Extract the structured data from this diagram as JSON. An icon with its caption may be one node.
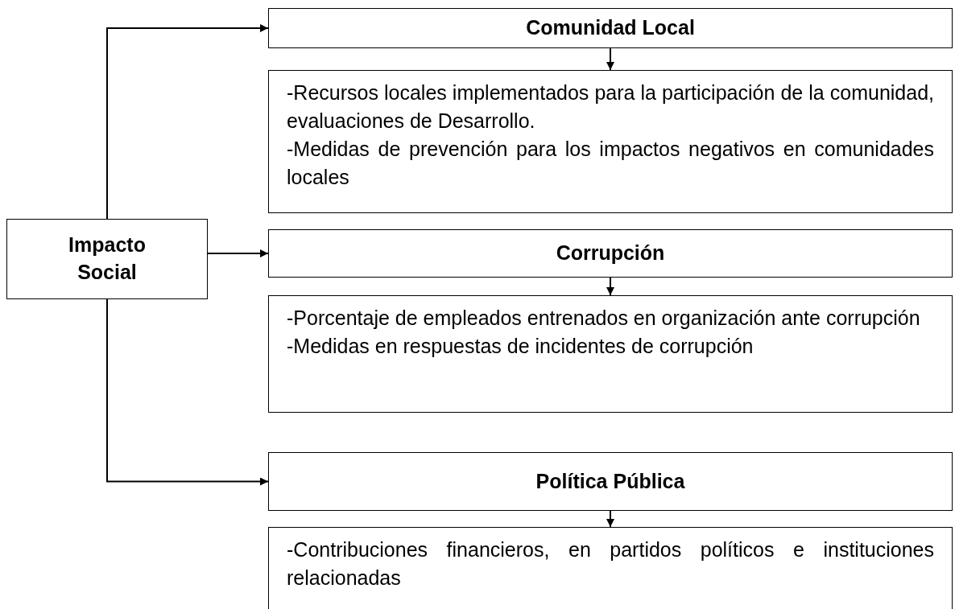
{
  "diagram": {
    "nodes": [
      {
        "text": [
          "Impacto Social"
        ]
      },
      {
        "text": [
          "Comunidad Local"
        ]
      },
      {
        "text": [
          "-Recursos locales implementados para la participación de la comunidad, evaluaciones de Desarrollo.",
          "-Medidas de prevención para los impactos negativos en comunidades locales"
        ]
      },
      {
        "text": [
          "Corrupción"
        ]
      },
      {
        "text": [
          "-Porcentaje de empleados entrenados en organización ante corrupción",
          "-Medidas en respuestas de incidentes de corrupción"
        ]
      },
      {
        "text": [
          "Política Pública"
        ]
      },
      {
        "text": [
          "-Contribuciones financieros, en partidos políticos e instituciones relacionadas"
        ]
      }
    ],
    "edges": [
      {
        "from": 0,
        "to": 1,
        "arrow": "to"
      },
      {
        "from": 0,
        "to": 3,
        "arrow": "to"
      },
      {
        "from": 0,
        "to": 5,
        "arrow": "to"
      },
      {
        "from": 1,
        "to": 2,
        "arrow": "to"
      },
      {
        "from": 3,
        "to": 4,
        "arrow": "to"
      },
      {
        "from": 5,
        "to": 6,
        "arrow": "to"
      }
    ]
  }
}
